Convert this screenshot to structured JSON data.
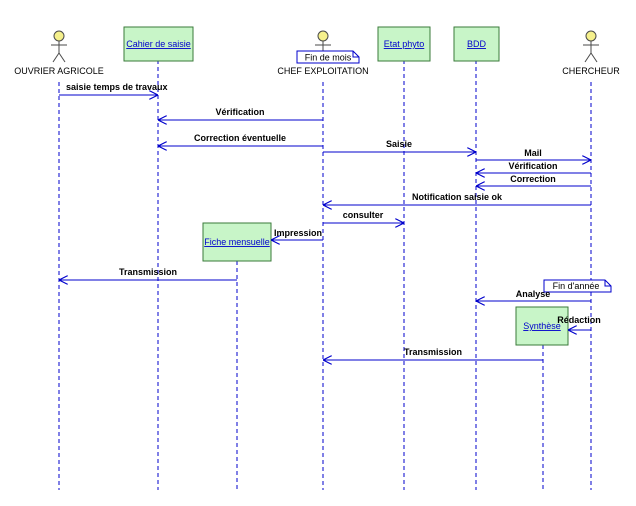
{
  "colors": {
    "line": "#0000cc",
    "object_fill": "#c8f5c8",
    "object_border": "#3a7a3a",
    "actor_head": "#f5f08c",
    "actor_stroke": "#4a4a4a",
    "note_fill": "#ffffff"
  },
  "actors": [
    {
      "id": "ouvrier",
      "label": "OUVRIER AGRICOLE"
    },
    {
      "id": "chef",
      "label": "CHEF EXPLOITATION"
    },
    {
      "id": "chercheur",
      "label": "CHERCHEUR"
    }
  ],
  "objects": [
    {
      "id": "cahier",
      "label": "Cahier de saisie"
    },
    {
      "id": "etat",
      "label": "Etat phyto"
    },
    {
      "id": "bdd",
      "label": "BDD"
    },
    {
      "id": "fiche",
      "label": "Fiche mensuelle"
    },
    {
      "id": "synthese",
      "label": "Synthèse"
    }
  ],
  "notes": [
    {
      "id": "fin-mois",
      "label": "Fin de mois"
    },
    {
      "id": "fin-annee",
      "label": "Fin d'année"
    }
  ],
  "messages": [
    {
      "id": "saisie-temps",
      "label": "saisie temps de travaux"
    },
    {
      "id": "verification-1",
      "label": "Vérification"
    },
    {
      "id": "correction-eventuelle",
      "label": "Correction éventuelle"
    },
    {
      "id": "saisie",
      "label": "Saisie"
    },
    {
      "id": "mail",
      "label": "Mail"
    },
    {
      "id": "verification-2",
      "label": "Vérification"
    },
    {
      "id": "correction",
      "label": "Correction"
    },
    {
      "id": "notification",
      "label": "Notification saisie ok"
    },
    {
      "id": "consulter",
      "label": "consulter"
    },
    {
      "id": "impression",
      "label": "Impression"
    },
    {
      "id": "transmission-1",
      "label": "Transmission"
    },
    {
      "id": "analyse",
      "label": "Analyse"
    },
    {
      "id": "redaction",
      "label": "Rédaction"
    },
    {
      "id": "transmission-2",
      "label": "Transmission"
    }
  ]
}
